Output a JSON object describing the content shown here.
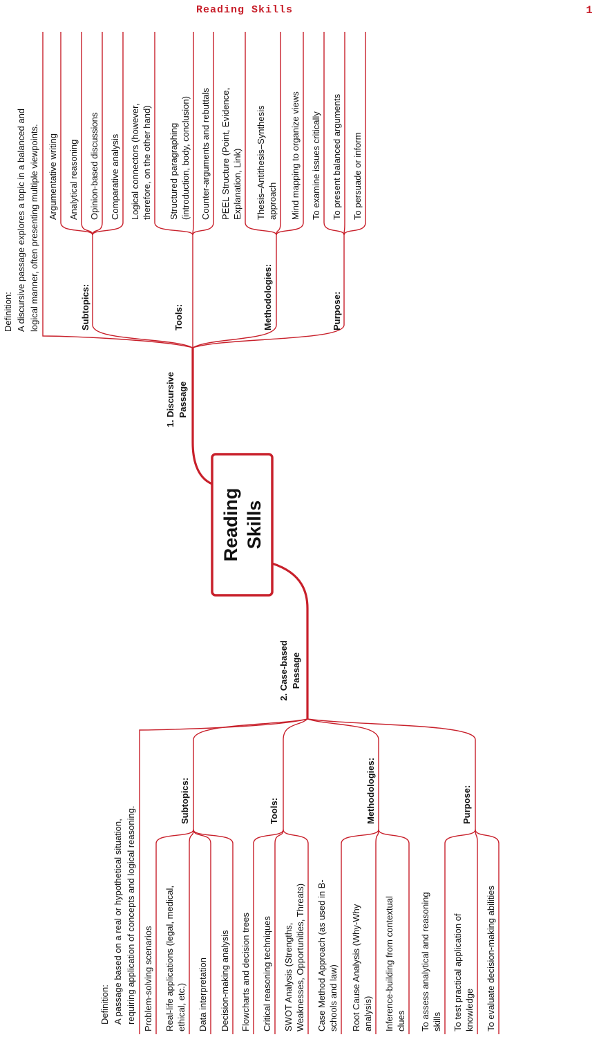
{
  "header": {
    "title": "Reading Skills",
    "page_number": "1"
  },
  "central": {
    "line1": "Reading",
    "line2": "Skills"
  },
  "discursive": {
    "label_line1": "1. Discursive",
    "label_line2": "Passage",
    "definition": [
      "Definition:",
      "A discursive passage explores a topic in a balanced and",
      "logical manner, often presenting multiple viewpoints."
    ],
    "subtopics_label": "Subtopics:",
    "subtopics": [
      [
        "Argumentative writing"
      ],
      [
        "Analytical reasoning"
      ],
      [
        "Opinion-based discussions"
      ],
      [
        "Comparative analysis"
      ]
    ],
    "tools_label": "Tools:",
    "tools": [
      [
        "Logical connectors (however,",
        "therefore, on the other hand)"
      ],
      [
        "Structured paragraphing",
        "(introduction, body, conclusion)"
      ],
      [
        "Counter-arguments and rebuttals"
      ]
    ],
    "methodologies_label": "Methodologies:",
    "methodologies": [
      [
        "PEEL Structure (Point, Evidence,",
        "Explanation, Link)"
      ],
      [
        "Thesis–Antithesis–Synthesis",
        "approach"
      ],
      [
        "Mind mapping to organize views"
      ]
    ],
    "purpose_label": "Purpose:",
    "purpose": [
      [
        "To examine issues critically"
      ],
      [
        "To present balanced arguments"
      ],
      [
        "To persuade or inform"
      ]
    ]
  },
  "casebased": {
    "label_line1": "2. Case-based",
    "label_line2": "Passage",
    "definition": [
      "Definition:",
      "A passage based on a real or hypothetical situation,",
      "requiring application of concepts and logical reasoning."
    ],
    "subtopics_label": "Subtopics:",
    "subtopics": [
      [
        "Problem-solving scenarios"
      ],
      [
        "Real-life applications (legal, medical,",
        "ethical, etc.)"
      ],
      [
        "Data interpretation"
      ],
      [
        "Decision-making analysis"
      ]
    ],
    "tools_label": "Tools:",
    "tools": [
      [
        "Flowcharts and decision trees"
      ],
      [
        "Critical reasoning techniques"
      ],
      [
        "SWOT Analysis (Strengths,",
        "Weaknesses, Opportunities, Threats)"
      ]
    ],
    "methodologies_label": "Methodologies:",
    "methodologies": [
      [
        "Case Method Approach (as used in B-",
        "schools and law)"
      ],
      [
        "Root Cause Analysis (Why-Why",
        "analysis)"
      ],
      [
        "Inference-building from contextual",
        "clues"
      ]
    ],
    "purpose_label": "Purpose:",
    "purpose": [
      [
        "To assess analytical and reasoning",
        "skills"
      ],
      [
        "To test practical application of",
        "knowledge"
      ],
      [
        "To evaluate decision-making abilities"
      ]
    ]
  }
}
